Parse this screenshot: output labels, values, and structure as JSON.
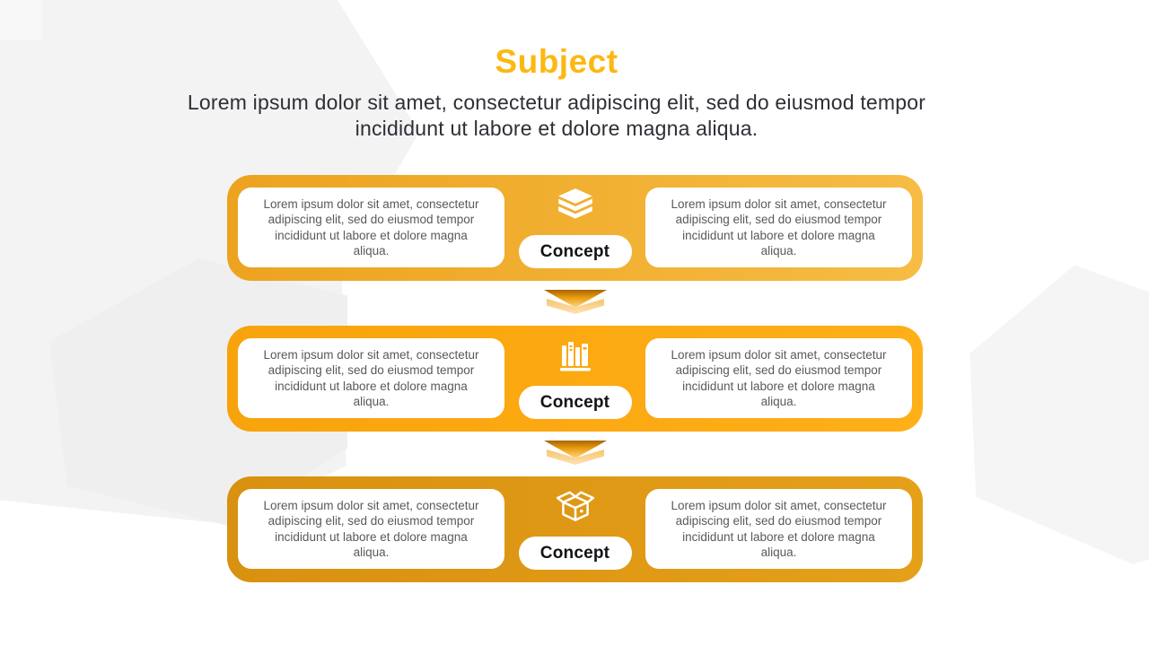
{
  "header": {
    "title": "Subject",
    "subtitle": "Lorem ipsum dolor sit amet, consectetur adipiscing elit, sed do eiusmod tempor incididunt ut labore et dolore magna aliqua."
  },
  "rows": [
    {
      "label": "Concept",
      "icon": "books-stack-icon",
      "left_text": "Lorem ipsum dolor sit amet, consectetur adipiscing elit, sed do eiusmod tempor incididunt ut labore et dolore magna aliqua.",
      "right_text": "Lorem ipsum dolor sit amet, consectetur adipiscing elit, sed do eiusmod tempor incididunt ut labore et dolore magna aliqua.",
      "gradient": [
        "#ECA31F",
        "#F6BC44"
      ]
    },
    {
      "label": "Concept",
      "icon": "books-shelf-icon",
      "left_text": "Lorem ipsum dolor sit amet, consectetur adipiscing elit, sed do eiusmod tempor incididunt ut labore et dolore magna aliqua.",
      "right_text": "Lorem ipsum dolor sit amet, consectetur adipiscing elit, sed do eiusmod tempor incididunt ut labore et dolore magna aliqua.",
      "gradient": [
        "#F8A30C",
        "#FFAF18"
      ]
    },
    {
      "label": "Concept",
      "icon": "package-box-icon",
      "left_text": "Lorem ipsum dolor sit amet, consectetur adipiscing elit, sed do eiusmod tempor incididunt ut labore et dolore magna aliqua.",
      "right_text": "Lorem ipsum dolor sit amet, consectetur adipiscing elit, sed do eiusmod tempor incididunt ut labore et dolore magna aliqua.",
      "gradient": [
        "#D89110",
        "#E5A01A"
      ]
    }
  ],
  "colors": {
    "accent": "#FCB812",
    "subtitle_text": "#2E2E36",
    "body_text": "#58595C",
    "pill_text": "#121217",
    "background_shape": "#F3F3F4"
  }
}
